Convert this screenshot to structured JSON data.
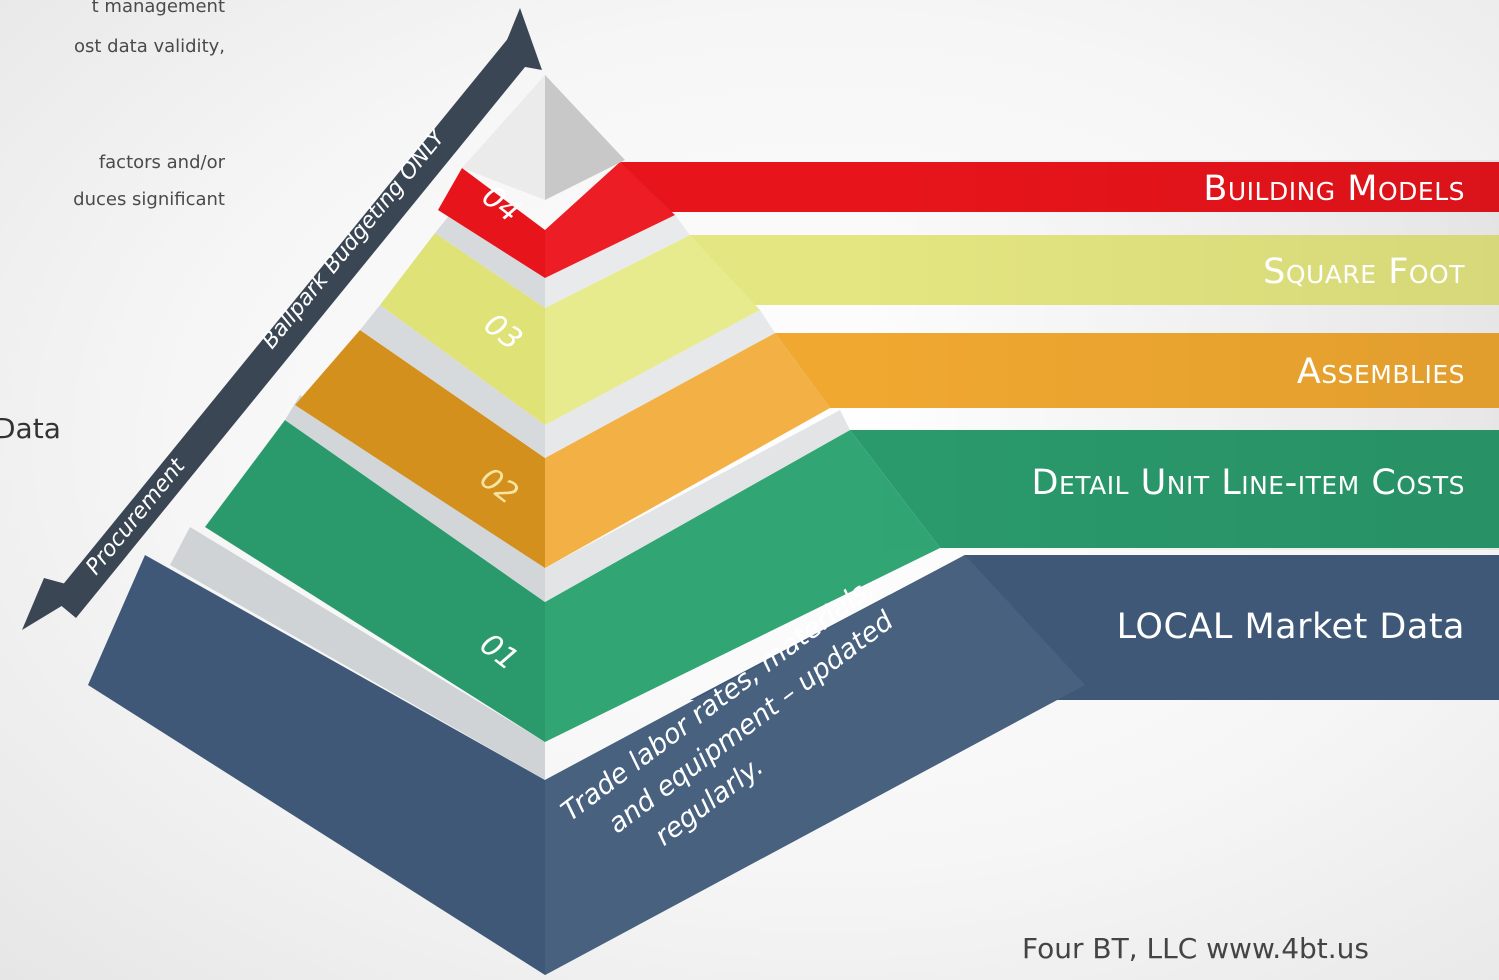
{
  "side_text_lines": [
    "t   management",
    "ost  data  validity,",
    "factors   and/or",
    "duces   significant",
    "Data"
  ],
  "arrow": {
    "procurement": "Procurement",
    "ballpark": "Ballpark Budgeting ONLY"
  },
  "tiers": [
    {
      "number": "04",
      "label": "Building Models",
      "color": "#e8141b"
    },
    {
      "number": "03",
      "label": "Square Foot",
      "color": "#e4e681"
    },
    {
      "number": "02",
      "label": "Assemblies",
      "color": "#f0a830"
    },
    {
      "number": "01",
      "label": "Detail Unit Line-item Costs",
      "color": "#2a9a6c"
    }
  ],
  "base": {
    "label": "LOCAL Market Data",
    "color": "#3f5878"
  },
  "note_lines": [
    "Trade labor rates,  materials,",
    "and equipment – updated",
    "regularly."
  ],
  "footer": "Four BT, LLC  www.4bt.us"
}
